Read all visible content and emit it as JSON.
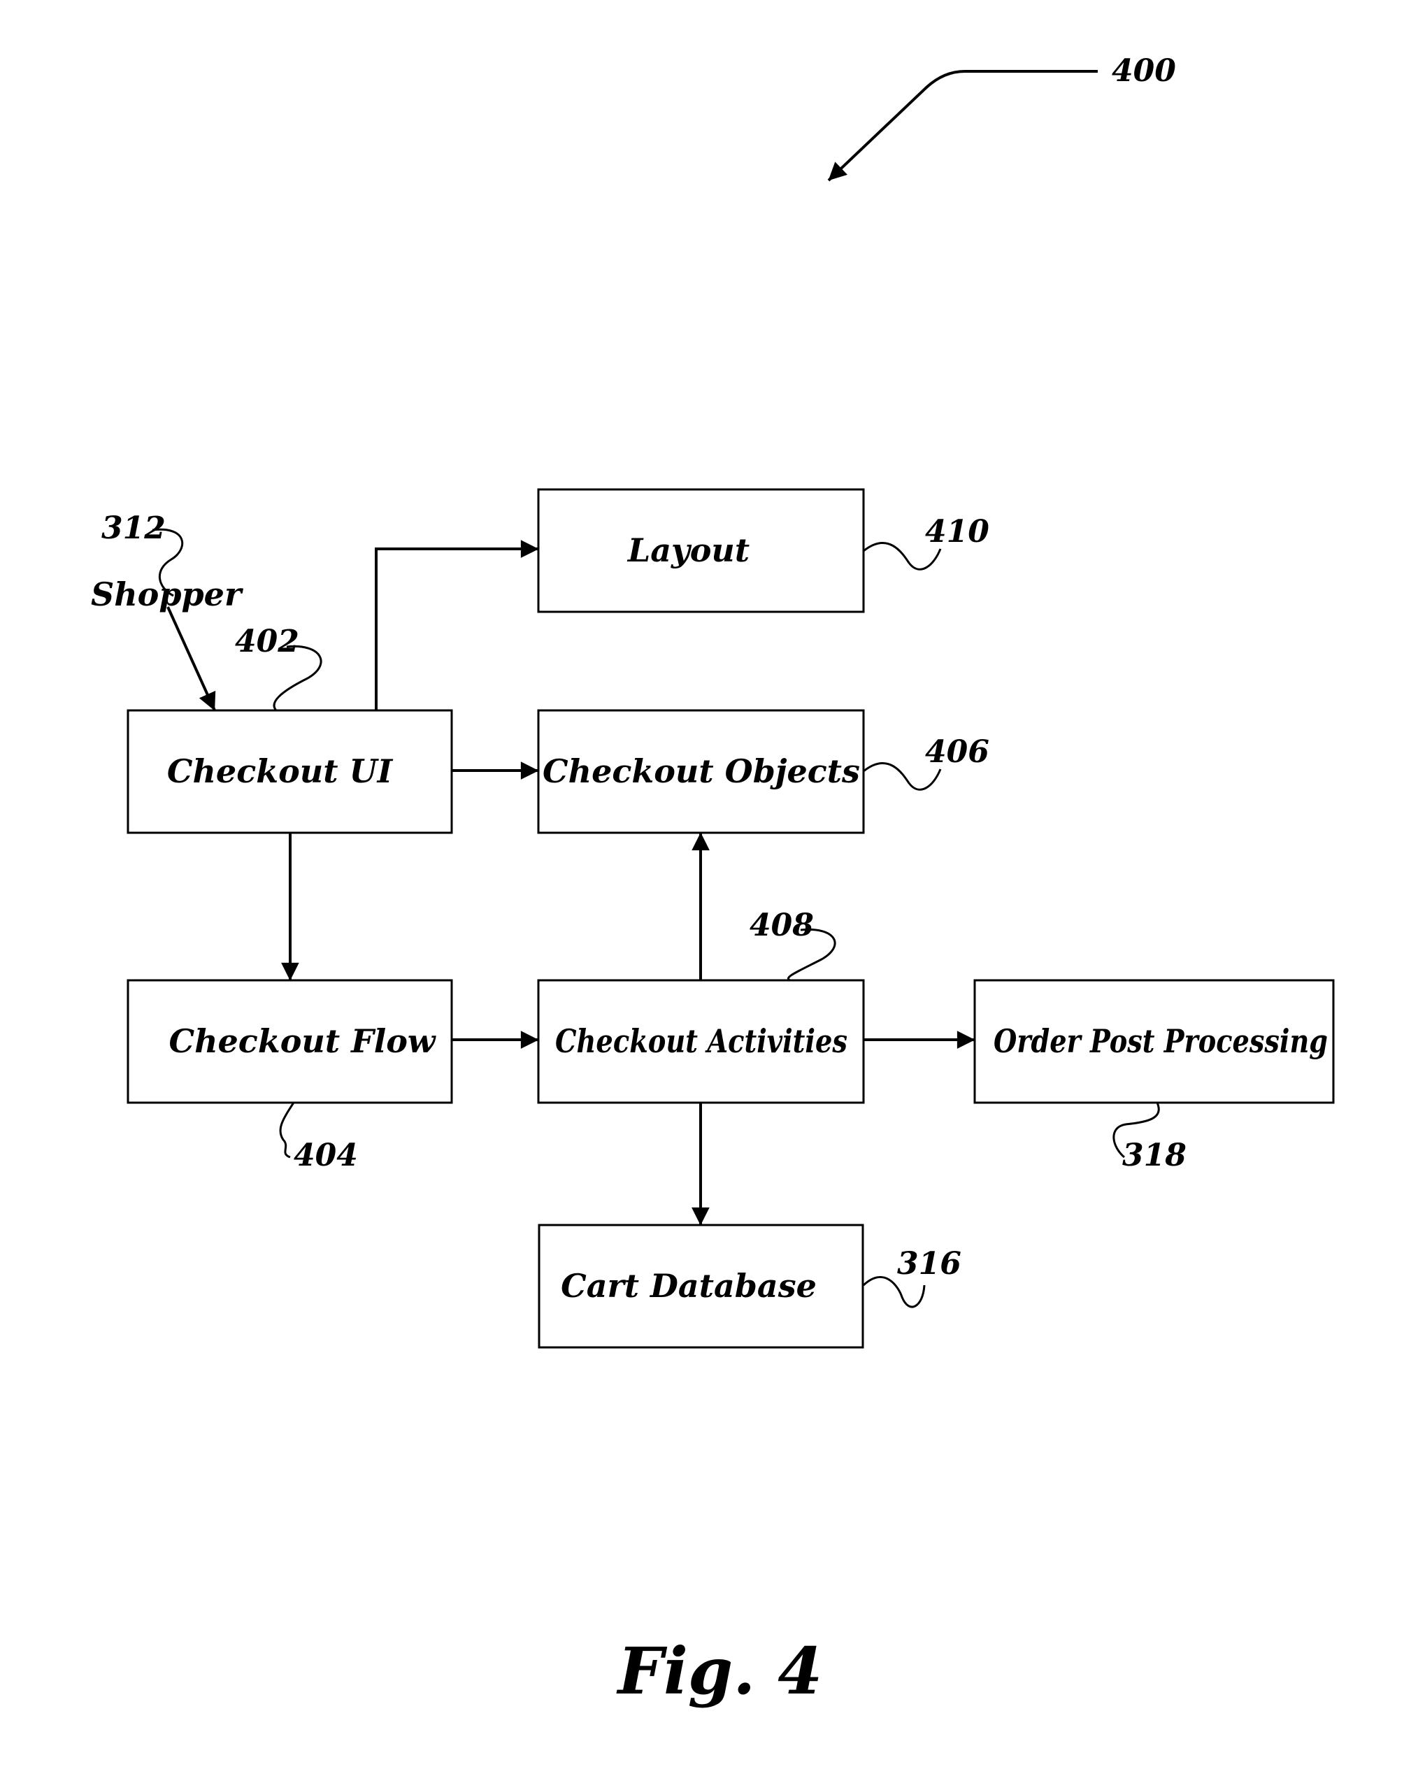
{
  "figure": {
    "label": "Fig. 4",
    "number": "400"
  },
  "boxes": {
    "layout": "Layout",
    "checkout_ui": "Checkout UI",
    "checkout_objects": "Checkout Objects",
    "checkout_flow": "Checkout Flow",
    "checkout_activities": "Checkout Activities",
    "order_post_processing": "Order Post Processing",
    "cart_database": "Cart Database"
  },
  "actor": {
    "label": "Shopper",
    "ref": "312"
  },
  "refs": {
    "checkout_ui": "402",
    "checkout_flow": "404",
    "checkout_objects": "406",
    "checkout_activities": "408",
    "layout": "410",
    "cart_database": "316",
    "order_post_processing": "318"
  }
}
